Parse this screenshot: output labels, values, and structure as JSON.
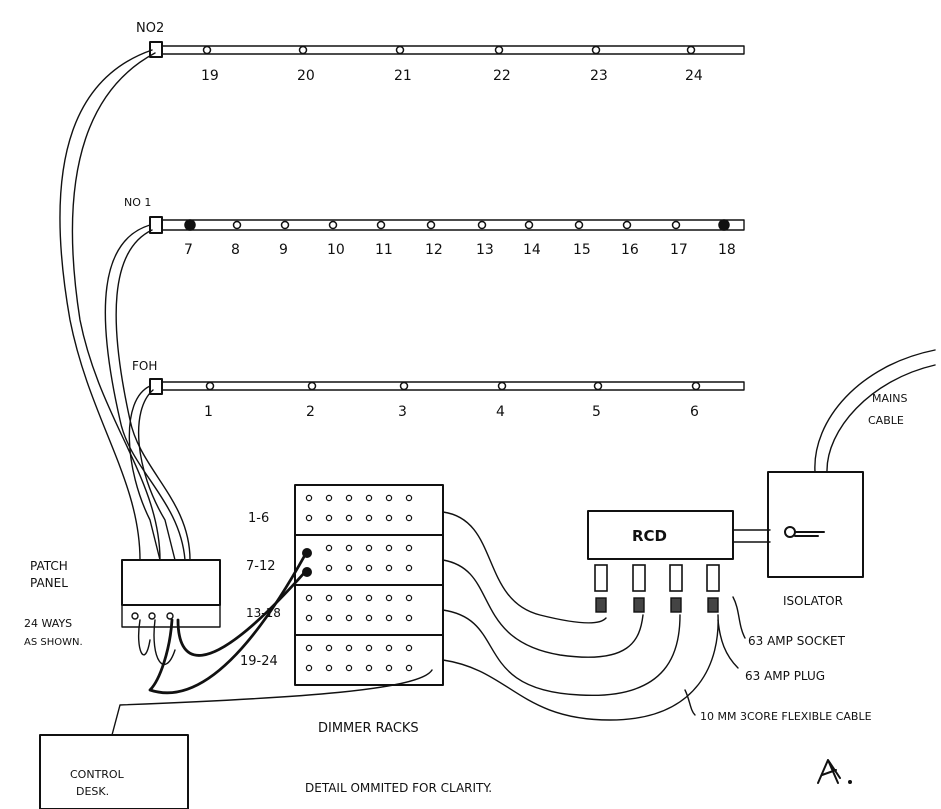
{
  "bars": [
    {
      "label": "NO2",
      "channels": [
        "19",
        "20",
        "21",
        "22",
        "23",
        "24"
      ]
    },
    {
      "label": "NO 1",
      "channels": [
        "7",
        "8",
        "9",
        "10",
        "11",
        "12",
        "13",
        "14",
        "15",
        "16",
        "17",
        "18"
      ]
    },
    {
      "label": "FOH",
      "channels": [
        "1",
        "2",
        "3",
        "4",
        "5",
        "6"
      ]
    }
  ],
  "patch_panel": {
    "label_line1": "PATCH",
    "label_line2": "PANEL",
    "note_line1": "24 WAYS",
    "note_line2": "AS SHOWN."
  },
  "dimmer_racks": {
    "label": "DIMMER RACKS",
    "ranges": [
      "1-6",
      "7-12",
      "13-18",
      "19-24"
    ]
  },
  "rcd": {
    "label": "RCD"
  },
  "isolator": {
    "label": "ISOLATOR"
  },
  "mains": {
    "line1": "MAINS",
    "line2": "CABLE"
  },
  "callouts": {
    "socket": "63 AMP SOCKET",
    "plug": "63 AMP PLUG",
    "cable": "10 MM 3CORE FLEXIBLE CABLE"
  },
  "control_desk": {
    "line1": "CONTROL",
    "line2": "DESK."
  },
  "footnote": "DETAIL OMMITED FOR CLARITY."
}
